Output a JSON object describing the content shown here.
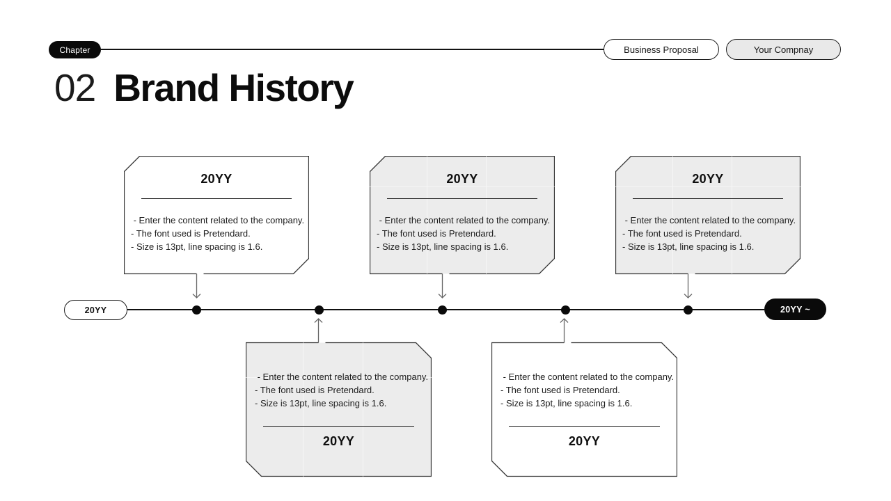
{
  "header": {
    "chapter_label": "Chapter",
    "business_pill": "Business Proposal",
    "company_pill": "Your Compnay"
  },
  "title": {
    "number": "02",
    "text": "Brand History"
  },
  "timeline": {
    "start_label": "20YY",
    "end_label": "20YY ~",
    "dot_count": 5
  },
  "cards": [
    {
      "year": "20YY",
      "bullets": [
        " - Enter the content related to the company.",
        "- The font used is Pretendard.",
        "- Size is 13pt, line spacing is 1.6."
      ]
    },
    {
      "year": "20YY",
      "bullets": [
        " - Enter the content related to the company.",
        "- The font used is Pretendard.",
        "- Size is 13pt, line spacing is 1.6."
      ]
    },
    {
      "year": "20YY",
      "bullets": [
        " - Enter the content related to the company.",
        "- The font used is Pretendard.",
        "- Size is 13pt, line spacing is 1.6."
      ]
    },
    {
      "year": "20YY",
      "bullets": [
        " - Enter the content related to the company.",
        "- The font used is Pretendard.",
        "- Size is 13pt, line spacing is 1.6."
      ]
    },
    {
      "year": "20YY",
      "bullets": [
        " - Enter the content related to the company.",
        "- The font used is Pretendard.",
        "- Size is 13pt, line spacing is 1.6."
      ]
    }
  ],
  "colors": {
    "ink": "#111111",
    "card_gray": "#ececec",
    "pill_gray": "#e9e9e9",
    "black_pill": "#0a0a0a"
  }
}
